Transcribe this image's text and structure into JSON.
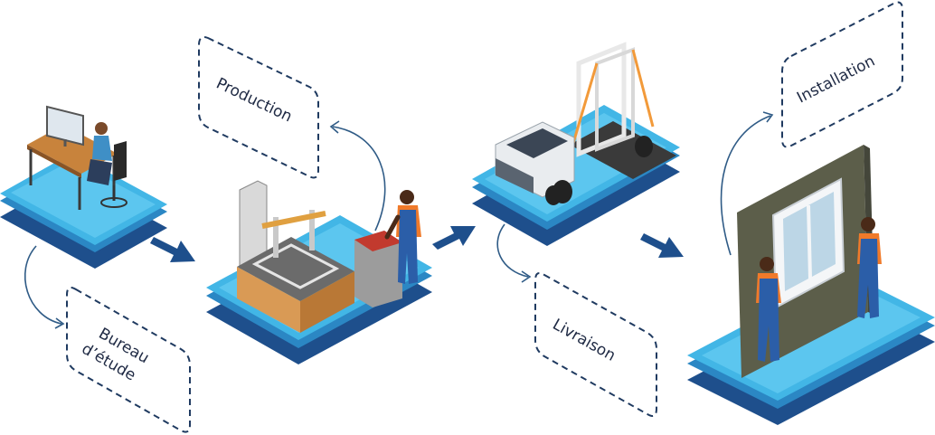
{
  "steps": [
    {
      "label": "Bureau d’étude",
      "lines": [
        "Bureau",
        "d’étude"
      ]
    },
    {
      "label": "Production",
      "lines": [
        "Production"
      ]
    },
    {
      "label": "Livraison",
      "lines": [
        "Livraison"
      ]
    },
    {
      "label": "Installation",
      "lines": [
        "Installation"
      ]
    }
  ],
  "colors": {
    "platform_top": "#42b6e6",
    "platform_edge": "#2b87c4",
    "platform_base": "#1e4f8c",
    "arrow": "#1e4f8c",
    "label_border": "#1f3a60",
    "connector": "#2f5b86",
    "worker_overall": "#2b5ea8",
    "worker_shirt": "#f07a2a",
    "wall": "#5c5e4a"
  }
}
